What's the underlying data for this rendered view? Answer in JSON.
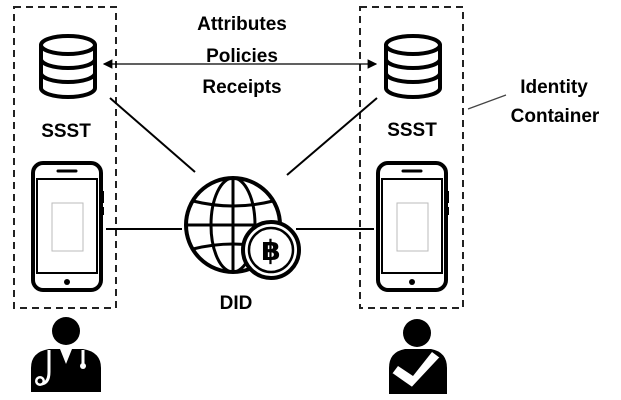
{
  "shared_data": {
    "lines": [
      "Attributes",
      "Policies",
      "Receipts"
    ]
  },
  "left_container": {
    "storage_label": "SSST",
    "storage_icon": "database-icon",
    "device_icon": "smartphone-icon",
    "person_icon": "doctor-icon"
  },
  "right_container": {
    "storage_label": "SSST",
    "storage_icon": "database-icon",
    "device_icon": "smartphone-icon",
    "person_icon": "patient-icon"
  },
  "identity_container_label": [
    "Identity",
    "Container"
  ],
  "center": {
    "label": "DID",
    "globe_icon": "globe-icon",
    "coin_icon": "baht-coin-icon",
    "coin_symbol": "฿"
  }
}
